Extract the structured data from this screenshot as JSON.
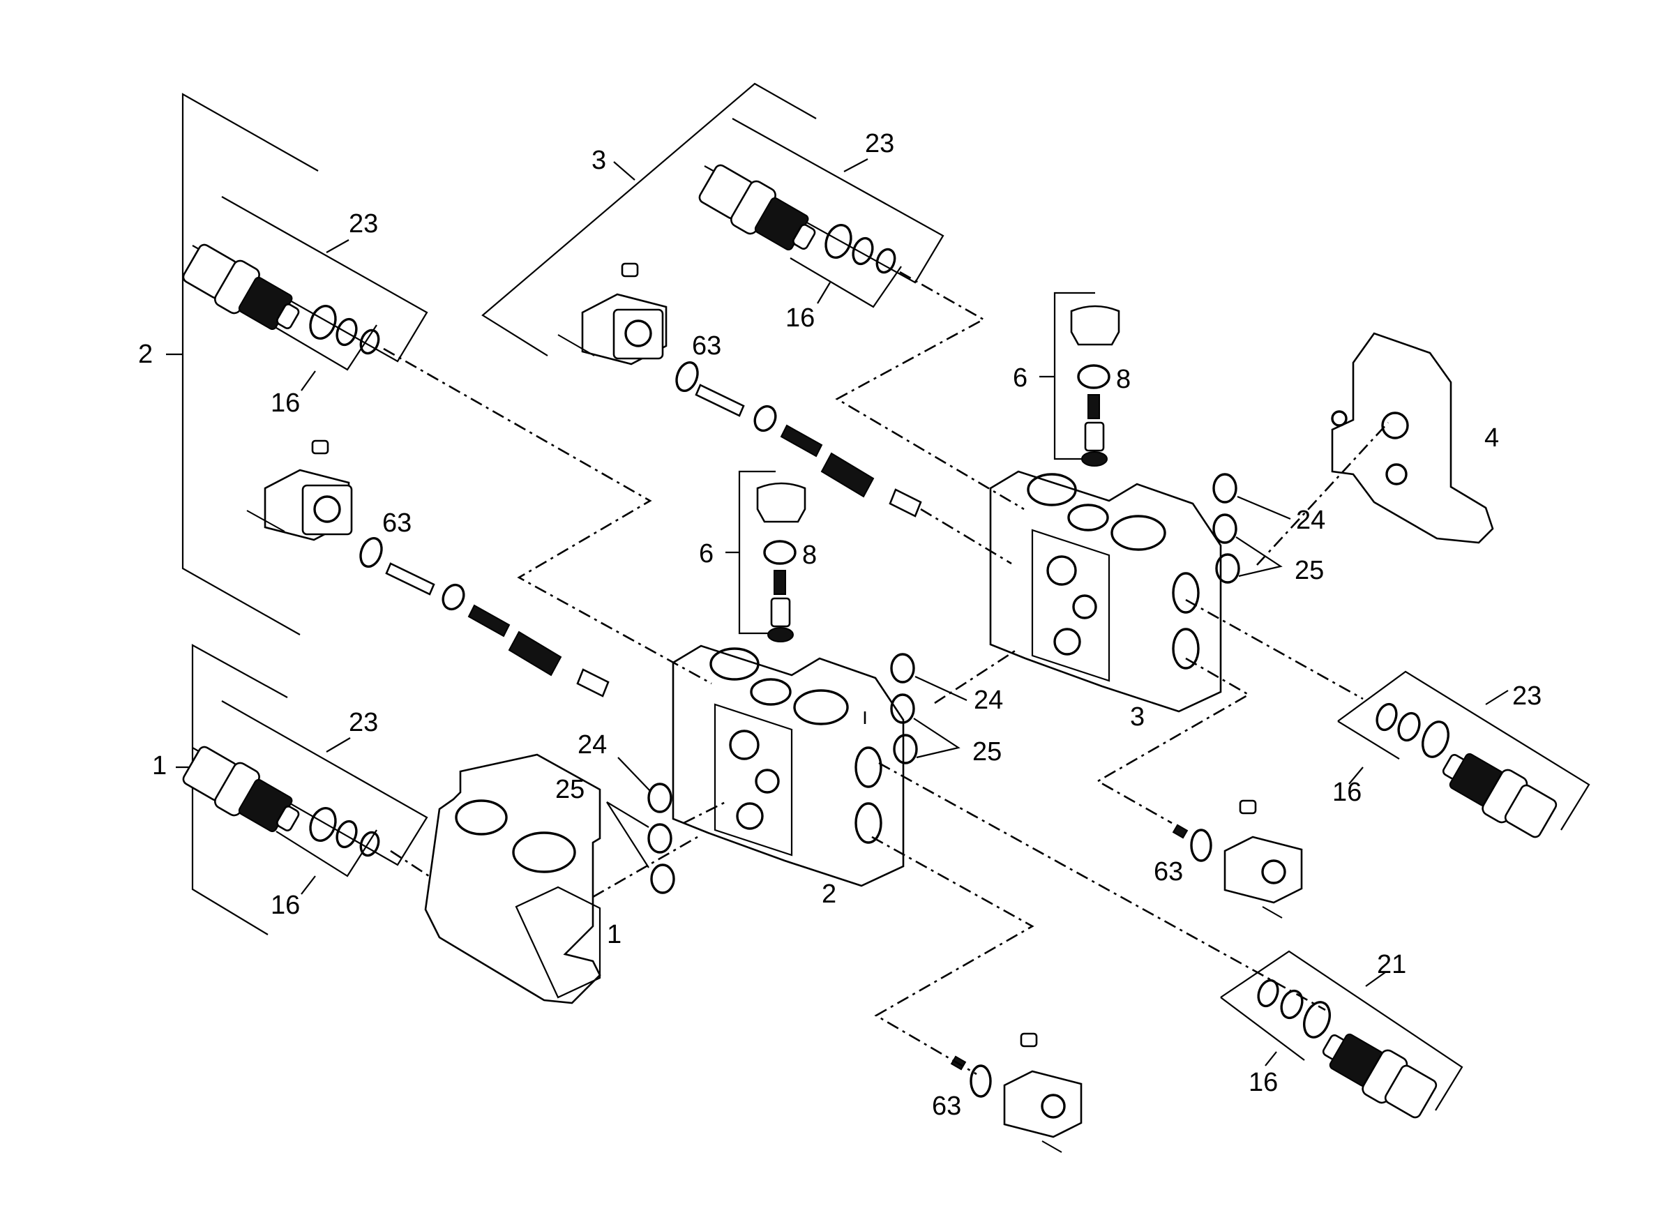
{
  "labels": {
    "group_2": "2",
    "group_3": "3",
    "group_1": "1",
    "cart_23_a": "23",
    "cart_16_a": "16",
    "cart_23_b": "23",
    "cart_16_b": "16",
    "cart_23_c": "23",
    "cart_16_c": "16",
    "cart_23_d": "23",
    "cart_16_d": "16",
    "cart_21": "21",
    "cart_16_e": "16",
    "item_63_a": "63",
    "item_63_b": "63",
    "item_63_c": "63",
    "item_63_d": "63",
    "item_6_a": "6",
    "item_8_a": "8",
    "item_6_b": "6",
    "item_8_b": "8",
    "item_24_a": "24",
    "item_25_a": "25",
    "item_24_b": "24",
    "item_25_b": "25",
    "item_24_c": "24",
    "item_25_c": "25",
    "body_1": "1",
    "body_2": "2",
    "body_3": "3",
    "body_4": "4"
  }
}
